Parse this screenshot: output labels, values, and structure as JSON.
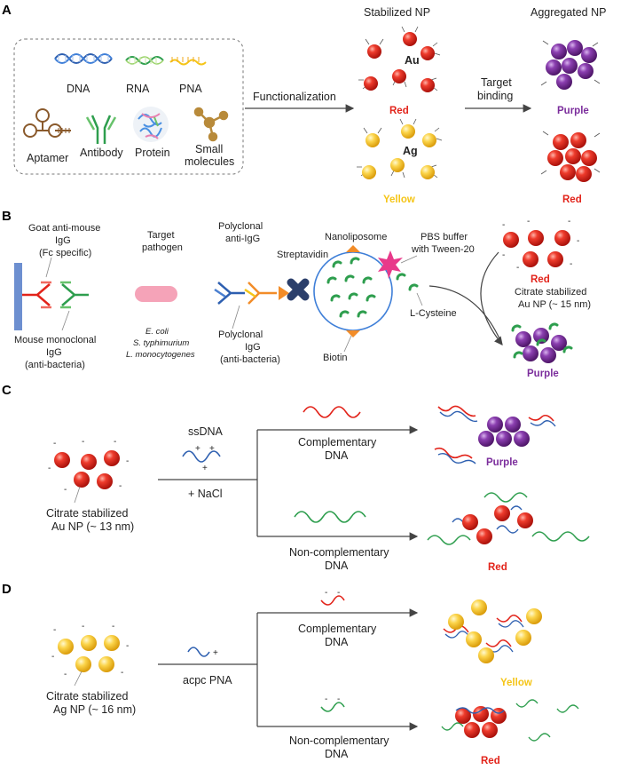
{
  "colors": {
    "red": "#e2231a",
    "purple": "#7b2d9c",
    "yellow": "#f5c518",
    "green": "#28a745",
    "blue": "#2d5fb0",
    "orange": "#f28c28"
  },
  "panelA": {
    "letter": "A",
    "stabilized_title": "Stabilized NP",
    "aggregated_title": "Aggregated NP",
    "ligands": {
      "dna": "DNA",
      "rna": "RNA",
      "pna": "PNA",
      "aptamer": "Aptamer",
      "antibody": "Antibody",
      "protein": "Protein",
      "small_molecules_1": "Small",
      "small_molecules_2": "molecules"
    },
    "functionalization": "Functionalization",
    "target_binding_1": "Target",
    "target_binding_2": "binding",
    "au": "Au",
    "ag": "Ag",
    "red": "Red",
    "yellow": "Yellow",
    "purple": "Purple",
    "red2": "Red"
  },
  "panelB": {
    "letter": "B",
    "goat_1": "Goat anti-mouse",
    "goat_2": "IgG",
    "goat_3": "(Fc specific)",
    "mouse_1": "Mouse monoclonal",
    "mouse_2": "IgG",
    "mouse_3": "(anti-bacteria)",
    "target_1": "Target",
    "target_2": "pathogen",
    "pathogen_1": "E. coli",
    "pathogen_2": "S. typhimurium",
    "pathogen_3": "L. monocytogenes",
    "polyanti_1": "Polyclonal",
    "polyanti_2": "anti-IgG",
    "streptavidin": "Streptavidin",
    "poly_1": "Polyclonal",
    "poly_2": "IgG",
    "poly_3": "(anti-bacteria)",
    "nanoliposome": "Nanoliposome",
    "biotin": "Biotin",
    "pbs_1": "PBS buffer",
    "pbs_2": "with Tween-20",
    "lcys": "L-Cysteine",
    "red": "Red",
    "citrate_1": "Citrate stabilized",
    "citrate_2": "Au NP (~ 15 nm)",
    "purple": "Purple"
  },
  "panelC": {
    "letter": "C",
    "citrate_1": "Citrate stabilized",
    "citrate_2": "Au NP (~ 13 nm)",
    "ssdna": "ssDNA",
    "nacl": "+ NaCl",
    "comp_1": "Complementary",
    "comp_2": "DNA",
    "noncomp_1": "Non-complementary",
    "noncomp_2": "DNA",
    "purple": "Purple",
    "red": "Red"
  },
  "panelD": {
    "letter": "D",
    "citrate_1": "Citrate stabilized",
    "citrate_2": "Ag NP (~ 16 nm)",
    "acpc": "acpc PNA",
    "comp_1": "Complementary",
    "comp_2": "DNA",
    "noncomp_1": "Non-complementary",
    "noncomp_2": "DNA",
    "yellow": "Yellow",
    "red": "Red"
  }
}
